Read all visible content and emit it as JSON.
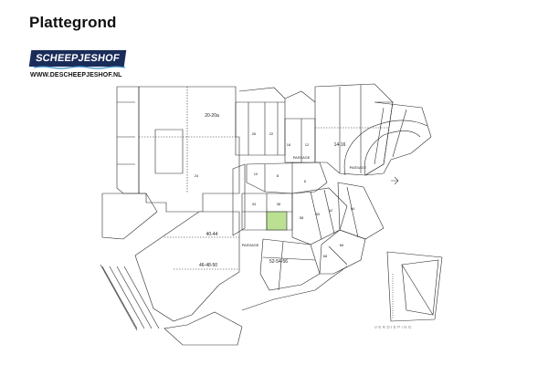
{
  "page": {
    "title": "Plattegrond"
  },
  "logo": {
    "name": "SCHEEPJESHOF",
    "url": "WWW.DESCHEEPJESHOF.NL"
  },
  "colors": {
    "outline": "#2b2b2b",
    "highlight": "#a5d66e",
    "logo_bg": "#1a2c58",
    "logo_wave": "#3a8fc8"
  },
  "units": {
    "u1": "20-20a",
    "u2": "40-44",
    "u3": "46-48-50",
    "u4": "52-54-56",
    "u5": "14-16",
    "u6": "24",
    "u7": "26",
    "u8": "22",
    "u9": "18",
    "u10": "12",
    "u11": "10",
    "u12": "8",
    "u13": "6",
    "u14": "34",
    "u15": "36",
    "u16": "58",
    "u17": "60",
    "u18": "62",
    "u19": "64",
    "u20": "66",
    "u21": "68",
    "u22": "PASSAGE",
    "u23": "PASSAGE",
    "u24": "PASSAGE"
  },
  "legend": {
    "verdieping": "VERDIEPING"
  }
}
